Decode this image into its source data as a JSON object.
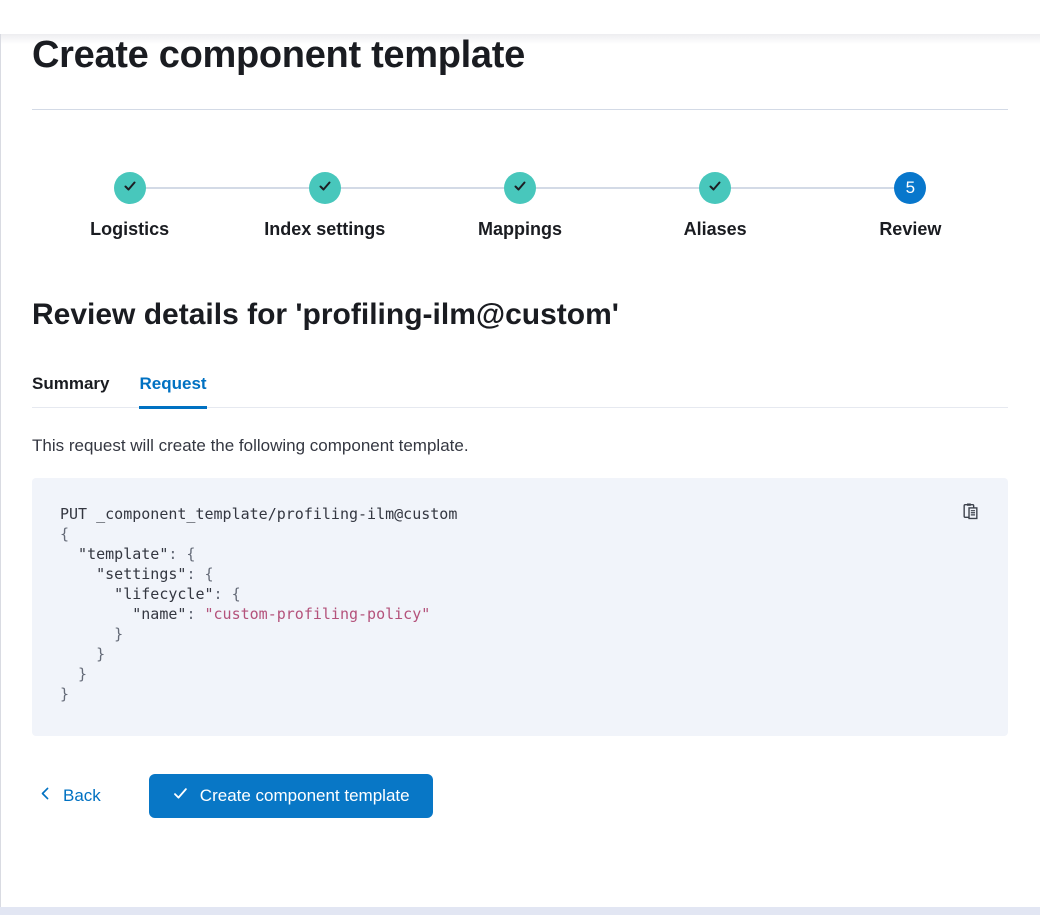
{
  "header": {
    "title": "Create component template"
  },
  "stepper": {
    "steps": [
      {
        "label": "Logistics",
        "status": "complete"
      },
      {
        "label": "Index settings",
        "status": "complete"
      },
      {
        "label": "Mappings",
        "status": "complete"
      },
      {
        "label": "Aliases",
        "status": "complete"
      },
      {
        "label": "Review",
        "status": "current",
        "number": "5"
      }
    ]
  },
  "review": {
    "heading": "Review details for 'profiling-ilm@custom'",
    "tabs": [
      {
        "label": "Summary",
        "active": false
      },
      {
        "label": "Request",
        "active": true
      }
    ],
    "description": "This request will create the following component template."
  },
  "code_block": {
    "lines": [
      [
        [
          "k",
          "PUT _component_template/profiling-ilm@custom"
        ]
      ],
      [
        [
          "p",
          "{"
        ]
      ],
      [
        [
          "k",
          "  \"template\""
        ],
        [
          "p",
          ": {"
        ]
      ],
      [
        [
          "k",
          "    \"settings\""
        ],
        [
          "p",
          ": {"
        ]
      ],
      [
        [
          "k",
          "      \"lifecycle\""
        ],
        [
          "p",
          ": {"
        ]
      ],
      [
        [
          "k",
          "        \"name\""
        ],
        [
          "p",
          ": "
        ],
        [
          "s",
          "\"custom-profiling-policy\""
        ]
      ],
      [
        [
          "p",
          "      }"
        ]
      ],
      [
        [
          "p",
          "    }"
        ]
      ],
      [
        [
          "p",
          "  }"
        ]
      ],
      [
        [
          "p",
          "}"
        ]
      ]
    ]
  },
  "actions": {
    "back": "Back",
    "create": "Create component template"
  },
  "icons": {
    "step_complete": "check-icon",
    "current_step": "number-badge",
    "copy": "copy-clipboard-icon",
    "back": "chevron-left-icon",
    "create": "check-icon"
  },
  "colors": {
    "primary_button": "#0877C6",
    "current_step_fill": "#0877CC",
    "link": "#0071C2",
    "step_complete_fill": "#48C7BC",
    "code_background": "#F1F4FA",
    "code_string": "#B4527B",
    "code_punctuation": "#646A77",
    "body_text": "#343741",
    "heading_text": "#1A1C21",
    "divider": "#D3DAE6",
    "bottom_strip": "#e2e6f3"
  }
}
